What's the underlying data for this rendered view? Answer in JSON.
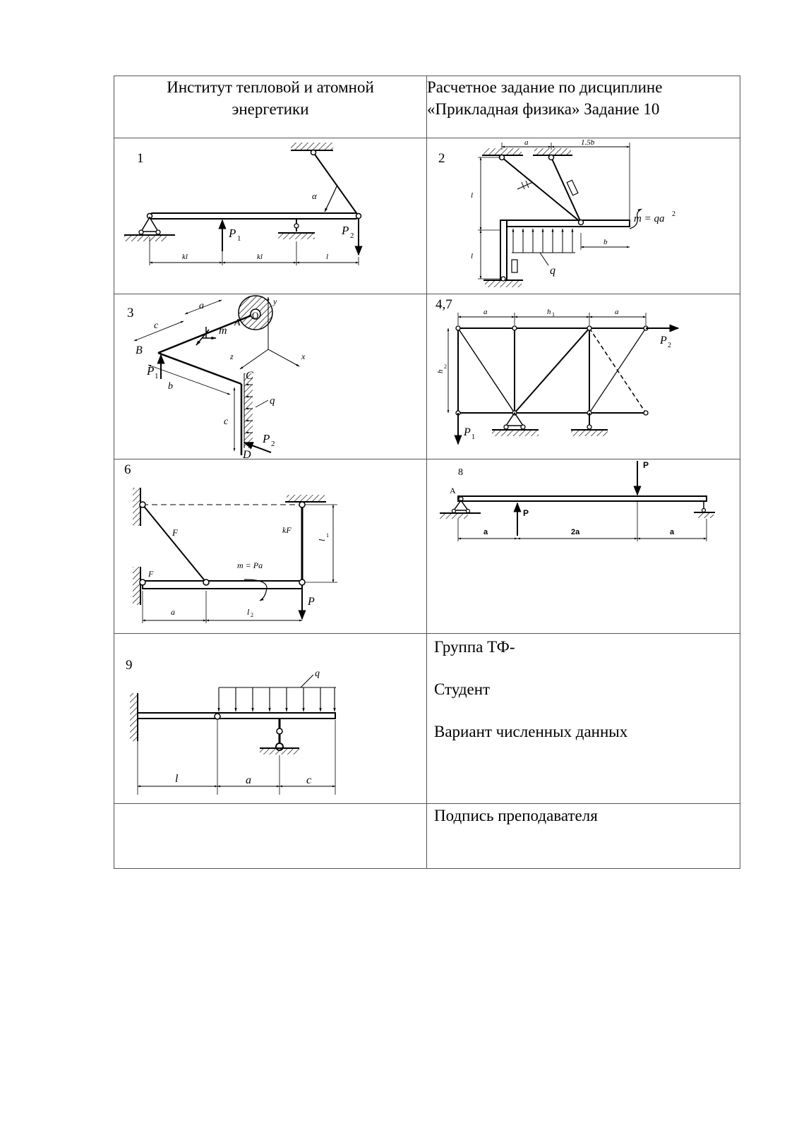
{
  "header": {
    "institute_line1": "Институт тепловой и атомной",
    "institute_line2": "энергетики",
    "task_line1": "Расчетное задание по дисциплине",
    "task_line2": "«Прикладная физика»  Задание  10"
  },
  "schemes": {
    "s1": {
      "number": "1",
      "alpha": "α",
      "p1": "P",
      "p1_sub": "1",
      "p2": "P",
      "p2_sub": "2",
      "dim1": "kl",
      "dim2": "kl",
      "dim3": "l"
    },
    "s2": {
      "number": "2",
      "dim_a": "a",
      "dim_15b": "1.5b",
      "dim_l1": "l",
      "dim_l2": "l",
      "dim_b": "b",
      "moment": "m = qa",
      "moment_exp": "2",
      "load": "q"
    },
    "s3": {
      "number": "3",
      "a": "a",
      "c1": "c",
      "A": "A",
      "m": "m",
      "y": "y",
      "B": "B",
      "z": "z",
      "x": "x",
      "p1": "P",
      "p1_sub": "1",
      "b": "b",
      "C": "C",
      "q": "q",
      "c2": "c",
      "p2": "P",
      "p2_sub": "2",
      "D": "D",
      "O": "O"
    },
    "s47": {
      "number": "4,7",
      "a1": "a",
      "h1": "h",
      "h1_sub": "1",
      "a2": "a",
      "h2": "h",
      "h2_sub": "2",
      "p2": "P",
      "p2_sub": "2",
      "p1": "P",
      "p1_sub": "1"
    },
    "s6": {
      "number": "6",
      "F1": "F",
      "kF": "kF",
      "l1": "l",
      "l1_sub": "1",
      "F2": "F",
      "m": "m = Pa",
      "a": "a",
      "l2": "l",
      "l2_sub": "2",
      "P": "P"
    },
    "s8": {
      "number": "8",
      "A": "A",
      "P_top": "P",
      "P_bottom": "P",
      "a1": "a",
      "a2": "2a",
      "a3": "a"
    },
    "s9": {
      "number": "9",
      "q": "q",
      "l": "l",
      "a": "a",
      "c": "c"
    }
  },
  "info": {
    "group": "Группа  ТФ-",
    "student": "Студент",
    "variant": "Вариант численных данных",
    "signature": "Подпись преподавателя"
  }
}
